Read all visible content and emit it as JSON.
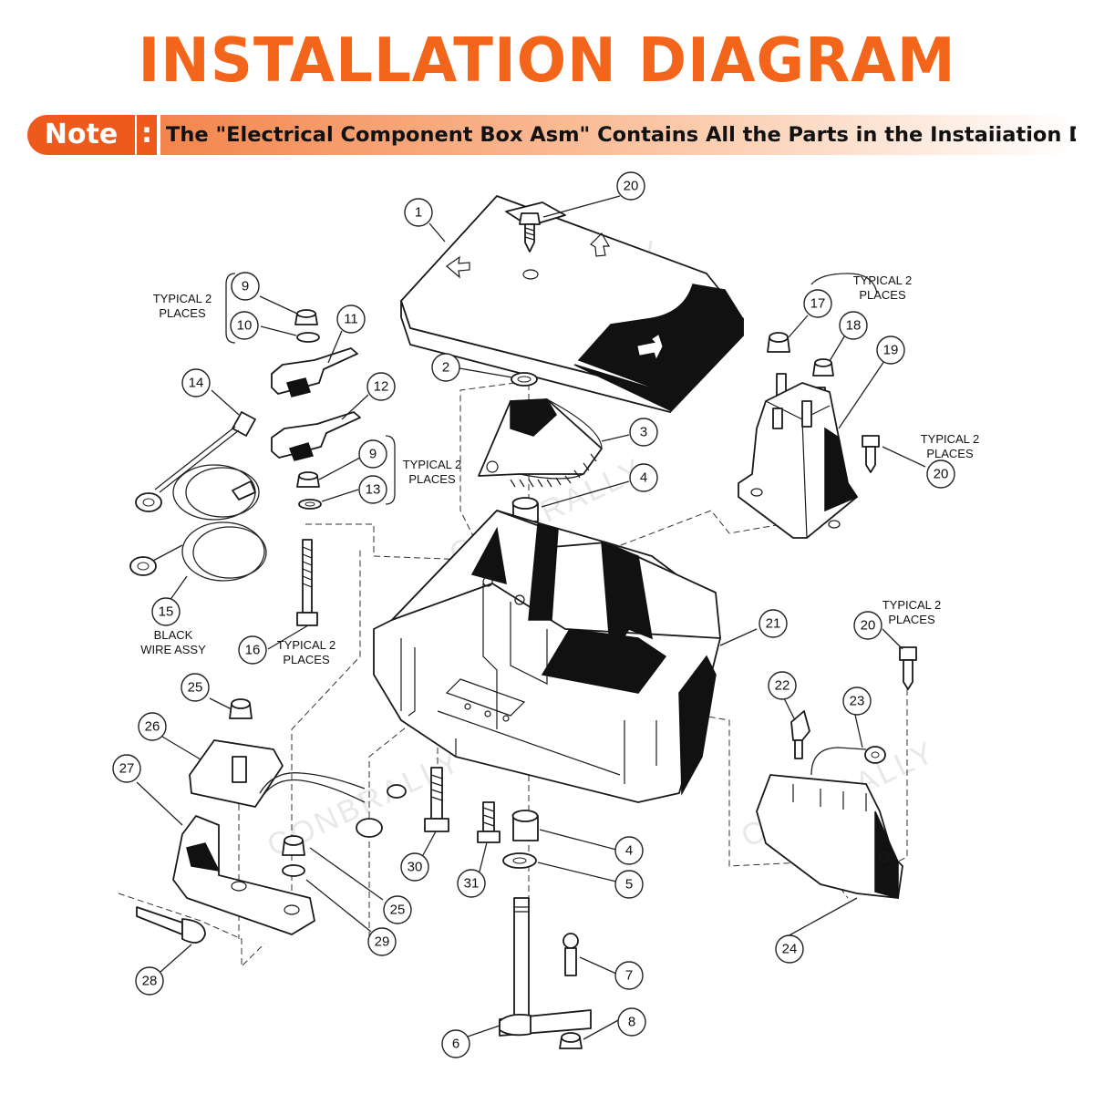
{
  "header": {
    "title": "INSTALLATION DIAGRAM",
    "note_label": "Note",
    "note_colon": ":",
    "note_text": "The \"Electrical Component Box Asm\" Contains All the Parts in the Instaiiation Diagram!"
  },
  "watermark": "CONBRALLY",
  "labels": {
    "typical_2_places": [
      "TYPICAL 2",
      "PLACES"
    ],
    "black_wire_assy": [
      "BLACK",
      "WIRE ASSY"
    ]
  },
  "callouts": [
    "1",
    "2",
    "3",
    "4",
    "4",
    "5",
    "6",
    "7",
    "8",
    "9",
    "9",
    "10",
    "11",
    "12",
    "13",
    "14",
    "15",
    "16",
    "17",
    "18",
    "19",
    "20",
    "20",
    "20",
    "20",
    "21",
    "22",
    "23",
    "24",
    "25",
    "25",
    "26",
    "27",
    "28",
    "29",
    "30",
    "31"
  ],
  "colors": {
    "accent": "#ee5a1c",
    "title": "#f2651a"
  }
}
